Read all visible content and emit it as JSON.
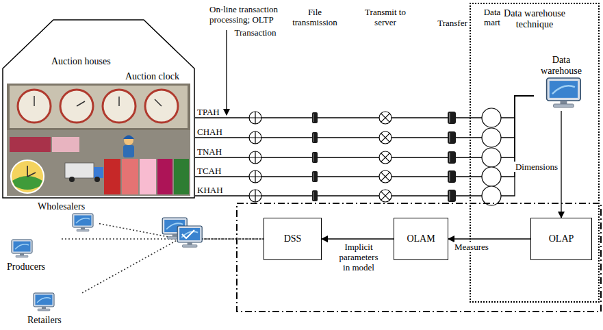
{
  "diagram": {
    "nodes": [
      {
        "text": [
          "Auction houses",
          "Auction clock"
        ]
      },
      {
        "text": [
          "Data warehouse technique"
        ]
      },
      {
        "text": [
          "Data warehouse"
        ],
        "in": 1
      },
      {
        "text": [
          "OLAP"
        ],
        "in": 1
      },
      {
        "text": [
          "OLAM"
        ]
      },
      {
        "text": [
          "DSS"
        ]
      },
      {
        "text": [
          "Wholesalers"
        ]
      },
      {
        "text": [
          "Producers"
        ]
      },
      {
        "text": [
          "Retailers"
        ]
      }
    ],
    "edges": [
      {
        "from": 0,
        "to": 2,
        "label": "TPAH",
        "arrow": "none"
      },
      {
        "from": 0,
        "to": 2,
        "label": "CHAH",
        "arrow": "none"
      },
      {
        "from": 0,
        "to": 2,
        "label": "TNAH",
        "arrow": "none"
      },
      {
        "from": 0,
        "to": 2,
        "label": "TCAH",
        "arrow": "none"
      },
      {
        "from": 0,
        "to": 2,
        "label": "KHAH",
        "arrow": "none"
      },
      {
        "from": 2,
        "to": 3,
        "label": "Dimensions",
        "arrow": "to"
      },
      {
        "from": 3,
        "to": 4,
        "label": "Measures",
        "arrow": "to"
      },
      {
        "from": 4,
        "to": 5,
        "label": "Implicit parameters in model",
        "arrow": "to"
      },
      {
        "from": 6,
        "to": 5,
        "arrow": "none"
      },
      {
        "from": 7,
        "to": 5,
        "arrow": "none"
      },
      {
        "from": 8,
        "to": 5,
        "arrow": "none"
      }
    ],
    "labels": [
      "On-line transaction processing; OLTP",
      "Transaction",
      "File transmission",
      "Transmit to server",
      "Transfer",
      "Data mart"
    ]
  }
}
